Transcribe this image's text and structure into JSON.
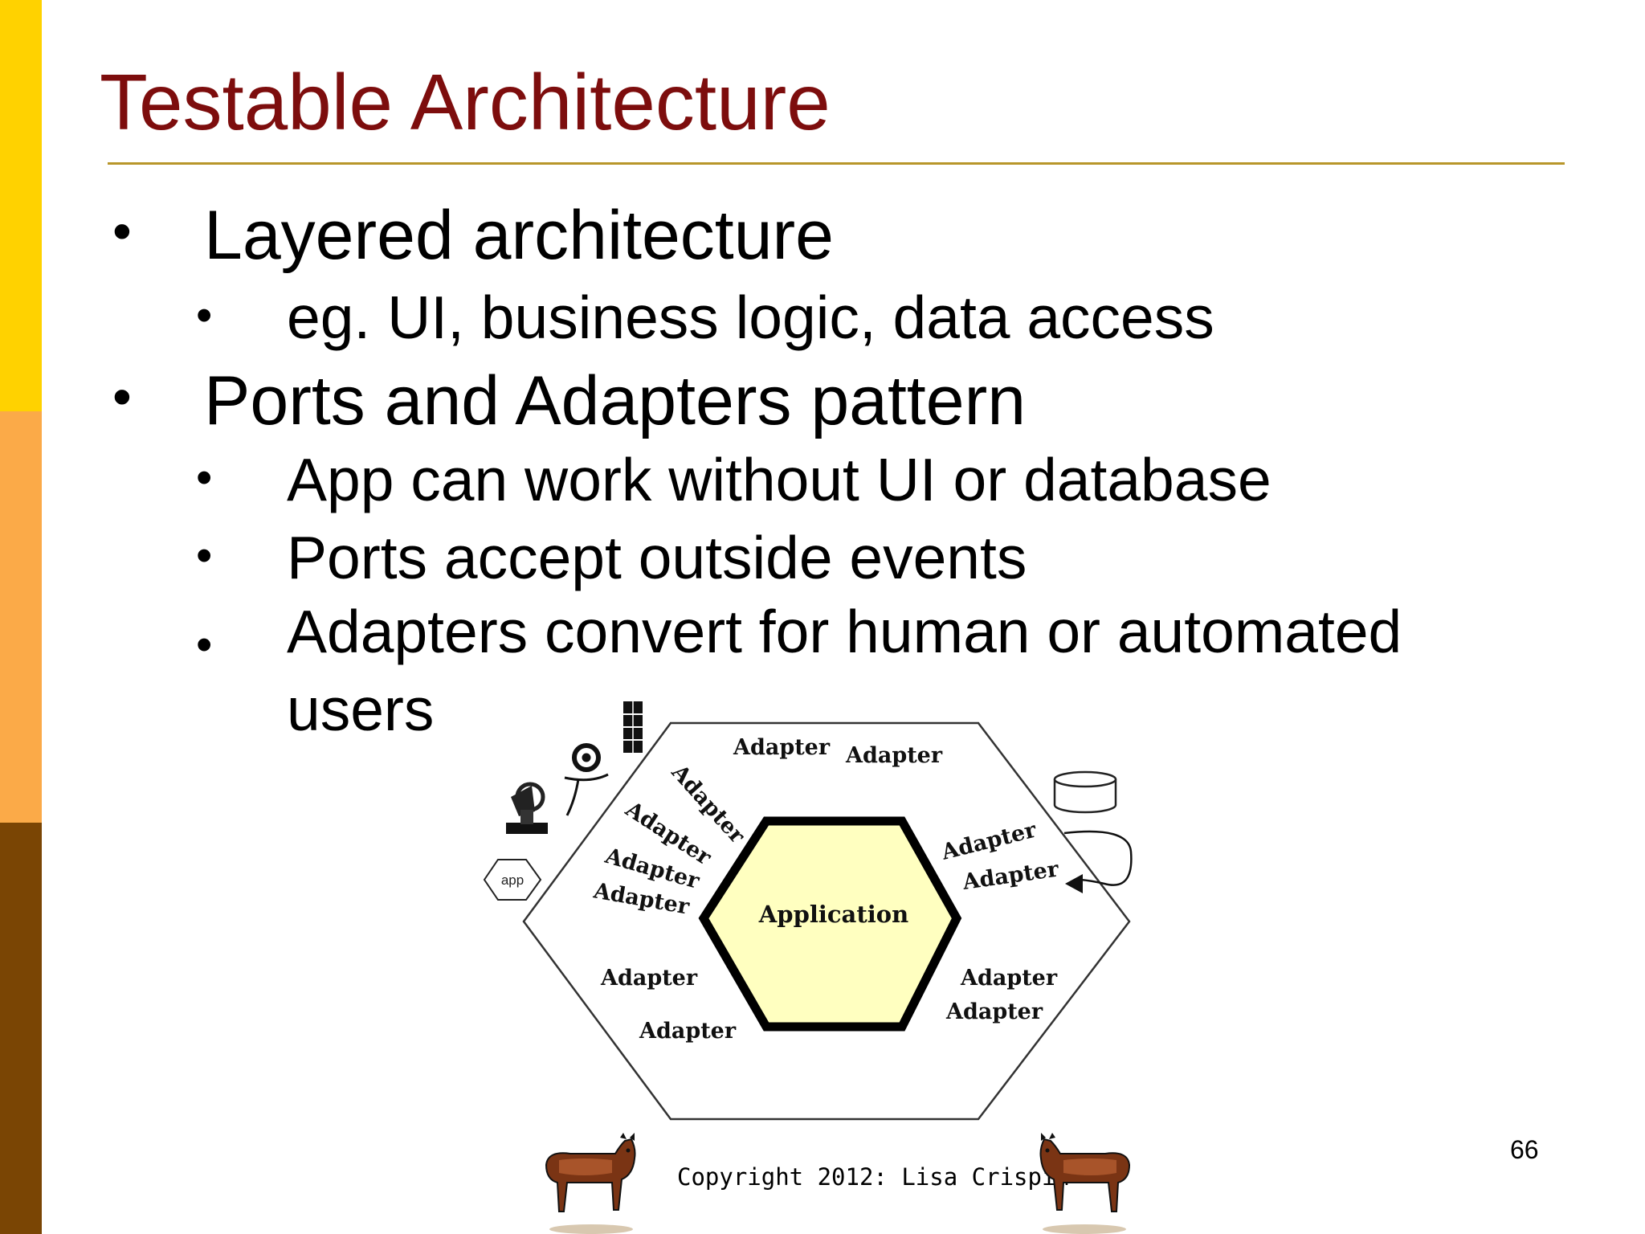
{
  "slide": {
    "title": "Testable Architecture",
    "bullets": [
      {
        "text": "Layered architecture",
        "sub": [
          "eg. UI, business logic, data access"
        ]
      },
      {
        "text": "Ports and Adapters pattern",
        "sub": [
          "App can work without UI or database",
          "Ports accept outside events",
          "Adapters convert for human or automated users"
        ]
      }
    ],
    "page_number": "66",
    "copyright": "Copyright 2012: Lisa Crispin"
  },
  "diagram": {
    "center_label": "Application",
    "adapter_label": "Adapter",
    "app_icon_label": "app",
    "colors": {
      "center_fill": "#ffffc0",
      "center_stroke": "#000000"
    }
  },
  "colors": {
    "title": "#7d0d0d",
    "rule": "#b8962a",
    "sidebar": [
      "#ffd200",
      "#fbaa48",
      "#7a4504"
    ]
  }
}
